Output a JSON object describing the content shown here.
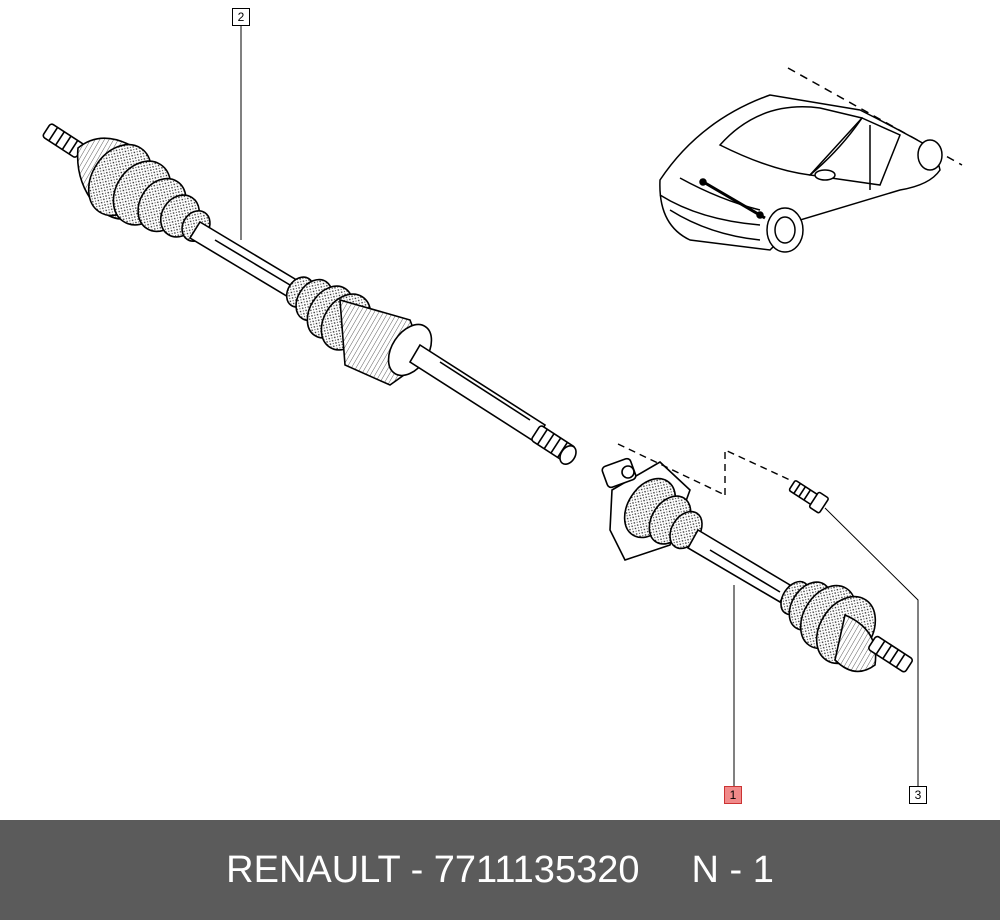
{
  "diagram": {
    "callouts": [
      {
        "label": "1",
        "highlighted": true
      },
      {
        "label": "2",
        "highlighted": false
      },
      {
        "label": "3",
        "highlighted": false
      }
    ]
  },
  "footer": {
    "part_text": "RENAULT - 7711135320",
    "position_text": "N - 1"
  },
  "colors": {
    "footer_bg": "#5b5b5b",
    "highlight": "#f08a8a"
  }
}
